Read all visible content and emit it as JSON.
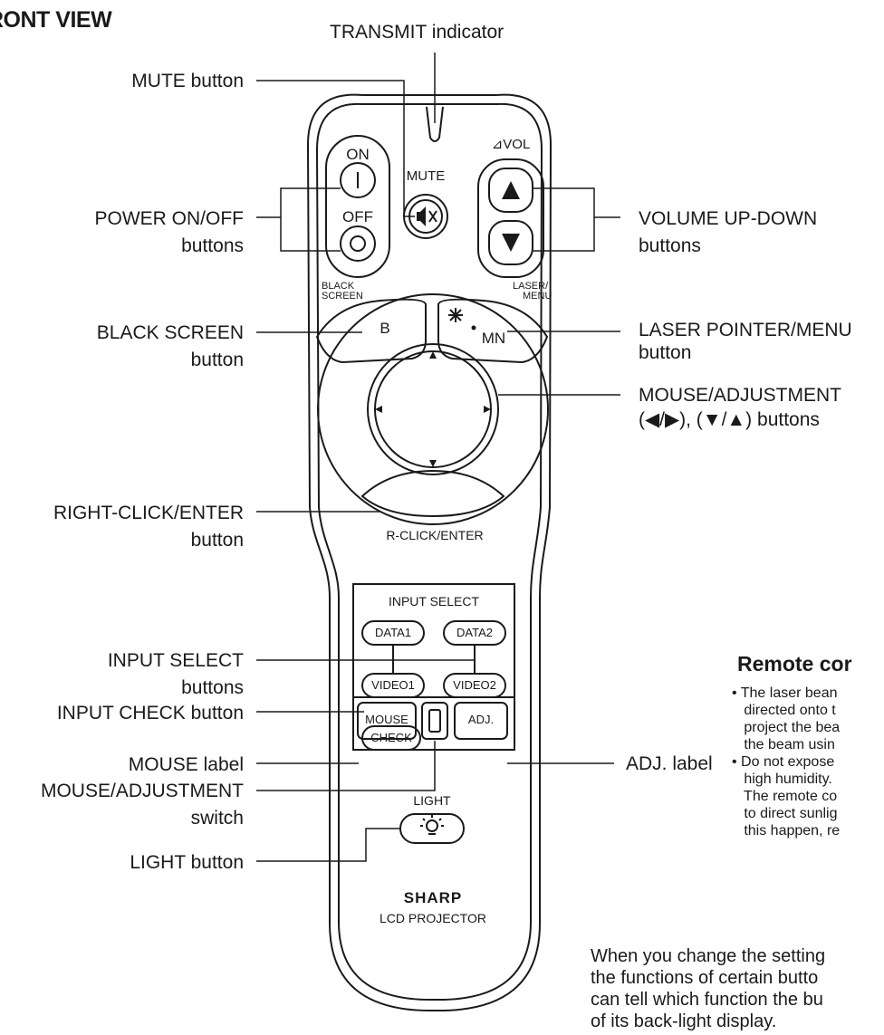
{
  "page": {
    "title": "RONT VIEW"
  },
  "callouts": {
    "transmit": "TRANSMIT indicator",
    "mute": "MUTE button",
    "power_1": "POWER ON/OFF",
    "power_2": "buttons",
    "black_1": "BLACK SCREEN",
    "black_2": "button",
    "rclick_1": "RIGHT-CLICK/ENTER",
    "rclick_2": "button",
    "input_sel_1": "INPUT SELECT",
    "input_sel_2": "buttons",
    "input_check": "INPUT CHECK button",
    "mouse_label": "MOUSE label",
    "mouse_adj_1": "MOUSE/ADJUSTMENT",
    "mouse_adj_2": "switch",
    "light": "LIGHT button",
    "volume_1": "VOLUME UP-DOWN",
    "volume_2": "buttons",
    "laser_1": "LASER POINTER/MENU",
    "laser_2": "button",
    "mouseadj_1": "MOUSE/ADJUSTMENT",
    "mouseadj_2": "(◀/▶), (▼/▲) buttons",
    "adj_label": "ADJ. label"
  },
  "remote": {
    "on": "ON",
    "off": "OFF",
    "mute": "MUTE",
    "vol": "⊿VOL",
    "black_screen_1": "BLACK",
    "black_screen_2": "SCREEN",
    "laser_menu_1": "LASER/",
    "laser_menu_2": "MENU",
    "b": "B",
    "mn": "MN",
    "r_click": "R-CLICK/ENTER",
    "input_select": "INPUT SELECT",
    "data1": "DATA1",
    "data2": "DATA2",
    "video1": "VIDEO1",
    "video2": "VIDEO2",
    "check": "CHECK",
    "mouse": "MOUSE",
    "adj": "ADJ.",
    "light": "LIGHT",
    "brand": "SHARP",
    "product": "LCD PROJECTOR"
  },
  "notes": {
    "heading": "Remote cor",
    "body": "• The laser bean\n   directed onto t\n   project the bea\n   the beam usin\n• Do not expose\n   high humidity.\n   The remote co\n   to direct sunlig\n   this happen, re"
  },
  "footer": {
    "text": "When you change the setting\nthe functions of certain butto\ncan tell which function the bu\nof its back-light display."
  },
  "icons": {
    "mute": "speaker-muted-icon",
    "power": "power-bar-icon",
    "laser": "laser-star-icon",
    "light": "light-bulb-icon",
    "up": "triangle-up-icon",
    "down": "triangle-down-icon"
  }
}
